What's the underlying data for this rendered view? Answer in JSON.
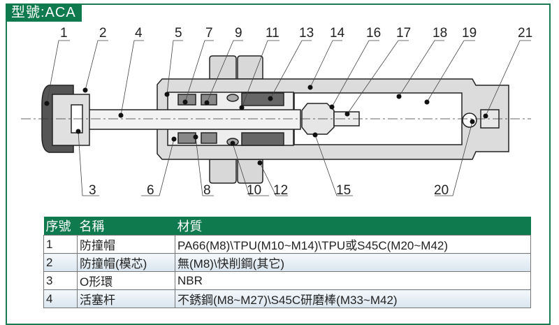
{
  "title": "型號:ACA",
  "callouts_top": [
    "1",
    "2",
    "4",
    "5",
    "7",
    "9",
    "11",
    "13",
    "14",
    "16",
    "17",
    "18",
    "19",
    "21"
  ],
  "callouts_bottom": [
    "3",
    "6",
    "8",
    "10",
    "12",
    "15",
    "20"
  ],
  "table": {
    "headers": [
      "序號",
      "名稱",
      "材質"
    ],
    "rows": [
      [
        "1",
        "防撞帽",
        "PA66(M8)\\TPU(M10~M14)\\TPU或S45C(M20~M42)"
      ],
      [
        "2",
        "防撞帽(模芯)",
        "無(M8)\\快削鋼(其它)"
      ],
      [
        "3",
        "O形環",
        "NBR"
      ],
      [
        "4",
        "活塞杆",
        "不銹鋼(M8~M27)\\S45C研磨棒(M33~M42)"
      ]
    ]
  },
  "colors": {
    "brand": "#0f7a4e",
    "row_alt": "#dde8f1"
  }
}
